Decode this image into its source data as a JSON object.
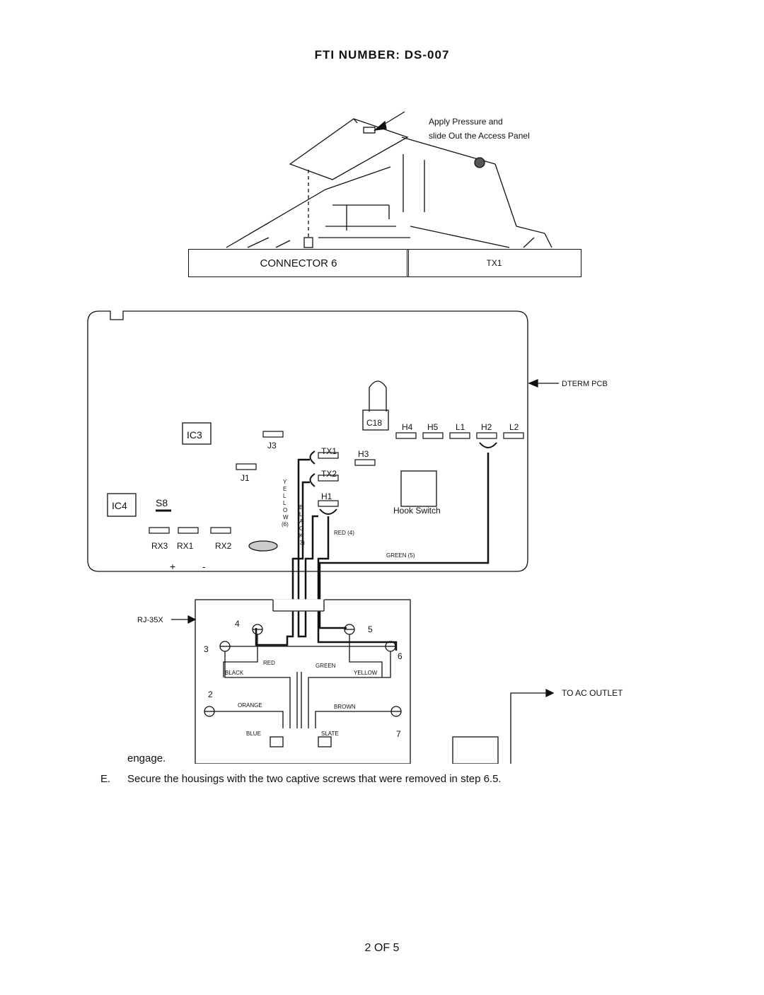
{
  "header": {
    "title": "FTI NUMBER: DS-007"
  },
  "figure": {
    "callout": [
      "Apply Pressure and",
      "slide Out the Access Panel"
    ],
    "connector_label": "CONNECTOR 6",
    "tx_label": "TX1",
    "pcb_label": "DTERM PCB",
    "components": {
      "ic3": "IC3",
      "ic4": "IC4",
      "s8": "S8",
      "c18": "C18",
      "j1": "J1",
      "j3": "J3",
      "h1": "H1",
      "h3": "H3",
      "h4": "H4",
      "h5": "H5",
      "l1": "L1",
      "h2": "H2",
      "l2": "L2",
      "tx1": "TX1",
      "tx2": "TX2",
      "rx3": "RX3",
      "rx1": "RX1",
      "rx2": "RX2",
      "hook_switch": "Hook Switch",
      "plus": "+",
      "minus": "-"
    },
    "wires": {
      "yellow": [
        "Y",
        "E",
        "L",
        "L",
        "O",
        "W",
        "(6)"
      ],
      "black": [
        "B",
        "L",
        "A",
        "C",
        "K",
        "(3)"
      ],
      "red": "RED (4)",
      "green": "GREEN (5)"
    },
    "jack": {
      "label": "RJ-35X",
      "pins": [
        "4",
        "5",
        "3",
        "6",
        "2",
        "7"
      ],
      "colors": {
        "red": "RED",
        "green": "GREEN",
        "black": "BLACK",
        "yellow": "YELLOW",
        "orange": "ORANGE",
        "brown": "BROWN",
        "blue": "BLUE",
        "slate": "SLATE"
      }
    },
    "ac_label": "TO AC OUTLET"
  },
  "steps": [
    {
      "letter": "",
      "text": "engage."
    },
    {
      "letter": "E.",
      "text": "Secure the housings with the two captive screws that were removed in step 6.5."
    }
  ],
  "footer": {
    "page": "2 OF 5"
  }
}
